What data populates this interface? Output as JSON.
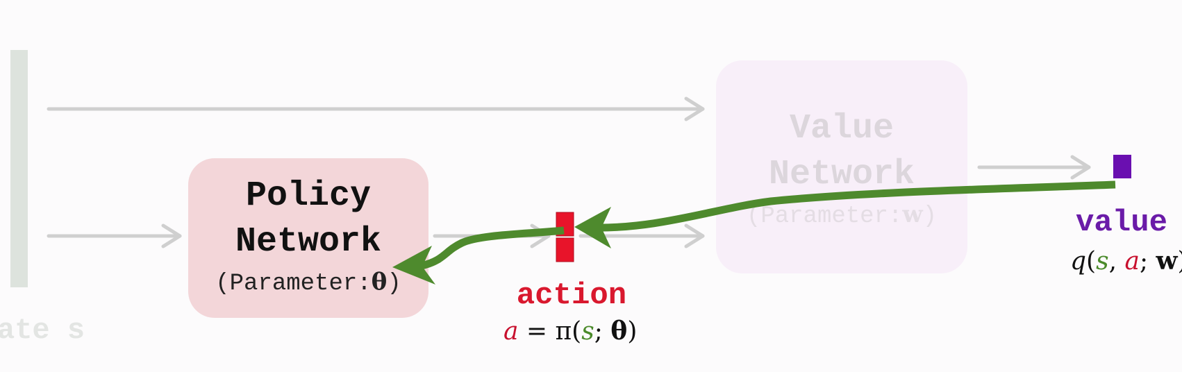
{
  "state": {
    "label": "ate s"
  },
  "policy_network": {
    "title_line1": "Policy",
    "title_line2": "Network",
    "param_prefix": "(Parameter:",
    "param_symbol": "θ",
    "param_suffix": ")"
  },
  "value_network": {
    "title_line1": "Value",
    "title_line2": "Network",
    "param_prefix": "(Parameter:",
    "param_symbol": "w",
    "param_suffix": ")"
  },
  "action": {
    "label": "action",
    "formula": {
      "a": "a",
      "eq": " = π(",
      "s": "s",
      "sep": "; ",
      "theta": "θ",
      "close": ")"
    }
  },
  "value": {
    "label": "value",
    "formula": {
      "q": "q",
      "open": "(",
      "s": "s",
      "comma": ", ",
      "a": "a",
      "sep": "; ",
      "w": "w",
      "close": ")"
    }
  },
  "colors": {
    "policy_box": "#f3d6d9",
    "value_box": "#f8eff9",
    "action_red": "#e8142a",
    "value_purple": "#6a0fb0",
    "feedback_green": "#4e8a2d",
    "arrow_gray": "#cfcfcf"
  }
}
